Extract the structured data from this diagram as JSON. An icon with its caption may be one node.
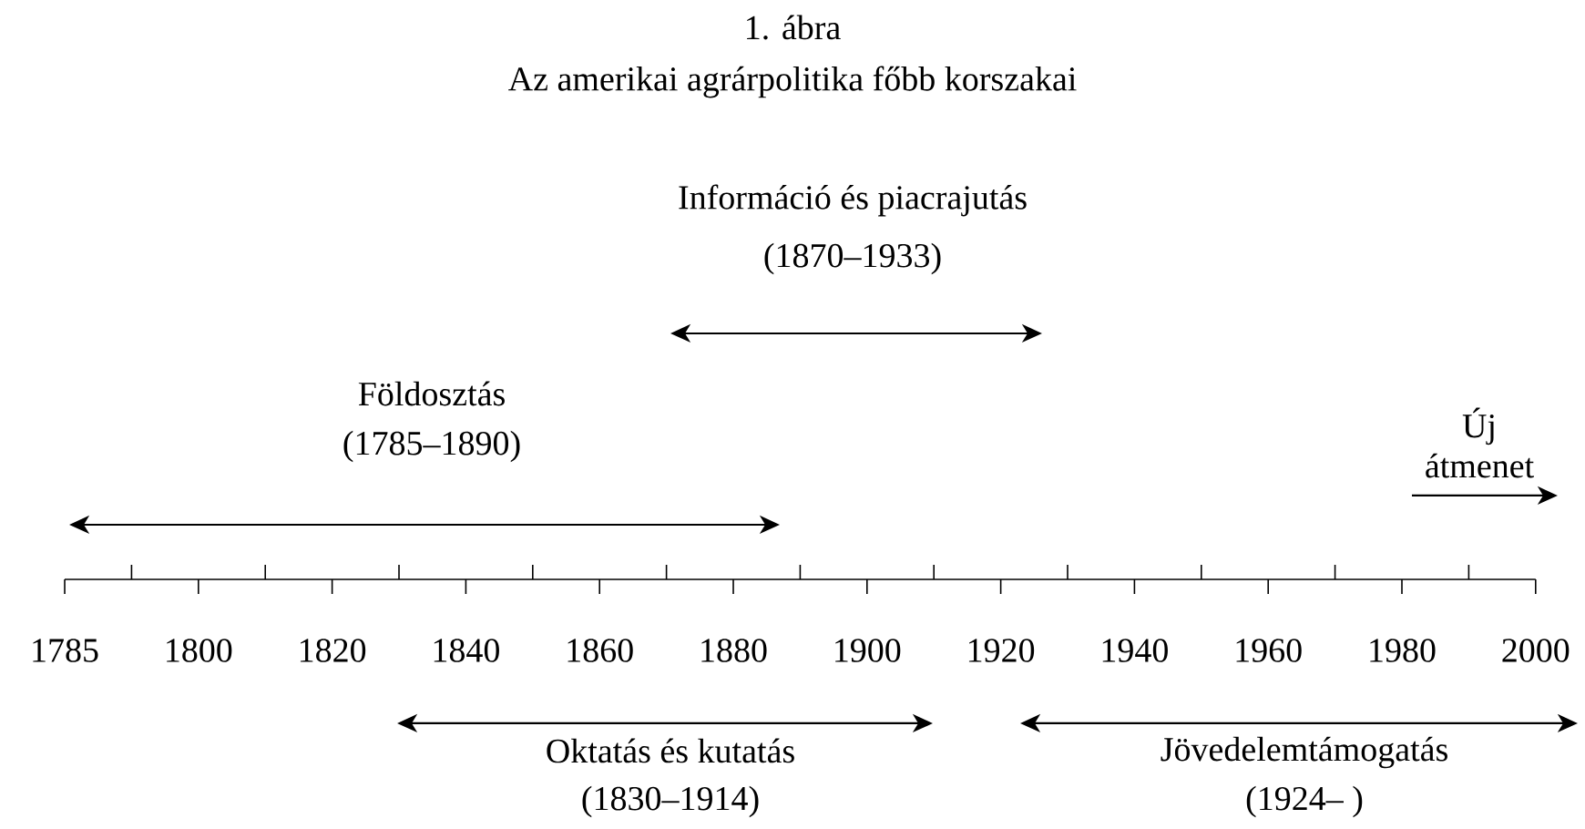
{
  "diagram": {
    "title": "Az amerikai agrárpolitika főbb korszakai",
    "labels": [
      "1. ábra",
      "Információ és piacrajutás",
      "(1870–1933)",
      "Földosztás",
      "(1785–1890)",
      "Új átmenet",
      "1785",
      "1800",
      "1820",
      "1840",
      "1860",
      "1880",
      "1900",
      "1920",
      "1940",
      "1960",
      "1980",
      "2000",
      "Oktatás és kutatás",
      "(1830–1914)",
      "Jövedelemtámogatás",
      "(1924– )"
    ]
  }
}
